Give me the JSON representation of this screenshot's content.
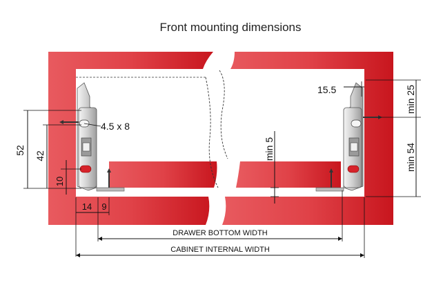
{
  "title": "Front mounting dimensions",
  "labels": {
    "d52": "52",
    "d42": "42",
    "d10": "10",
    "d14": "14",
    "d9": "9",
    "hole": "4.5 x 8",
    "d15_5": "15.5",
    "min25": "min 25",
    "min54": "min 54",
    "min5": "min 5",
    "drawer_bottom_width": "DRAWER BOTTOM WIDTH",
    "cabinet_internal_width": "CABINET INTERNAL WIDTH"
  },
  "colors": {
    "red_light": "#e24d52",
    "red_dark": "#c5161c",
    "bracket": "#d8d8d8",
    "hole_red": "#d6232a"
  }
}
